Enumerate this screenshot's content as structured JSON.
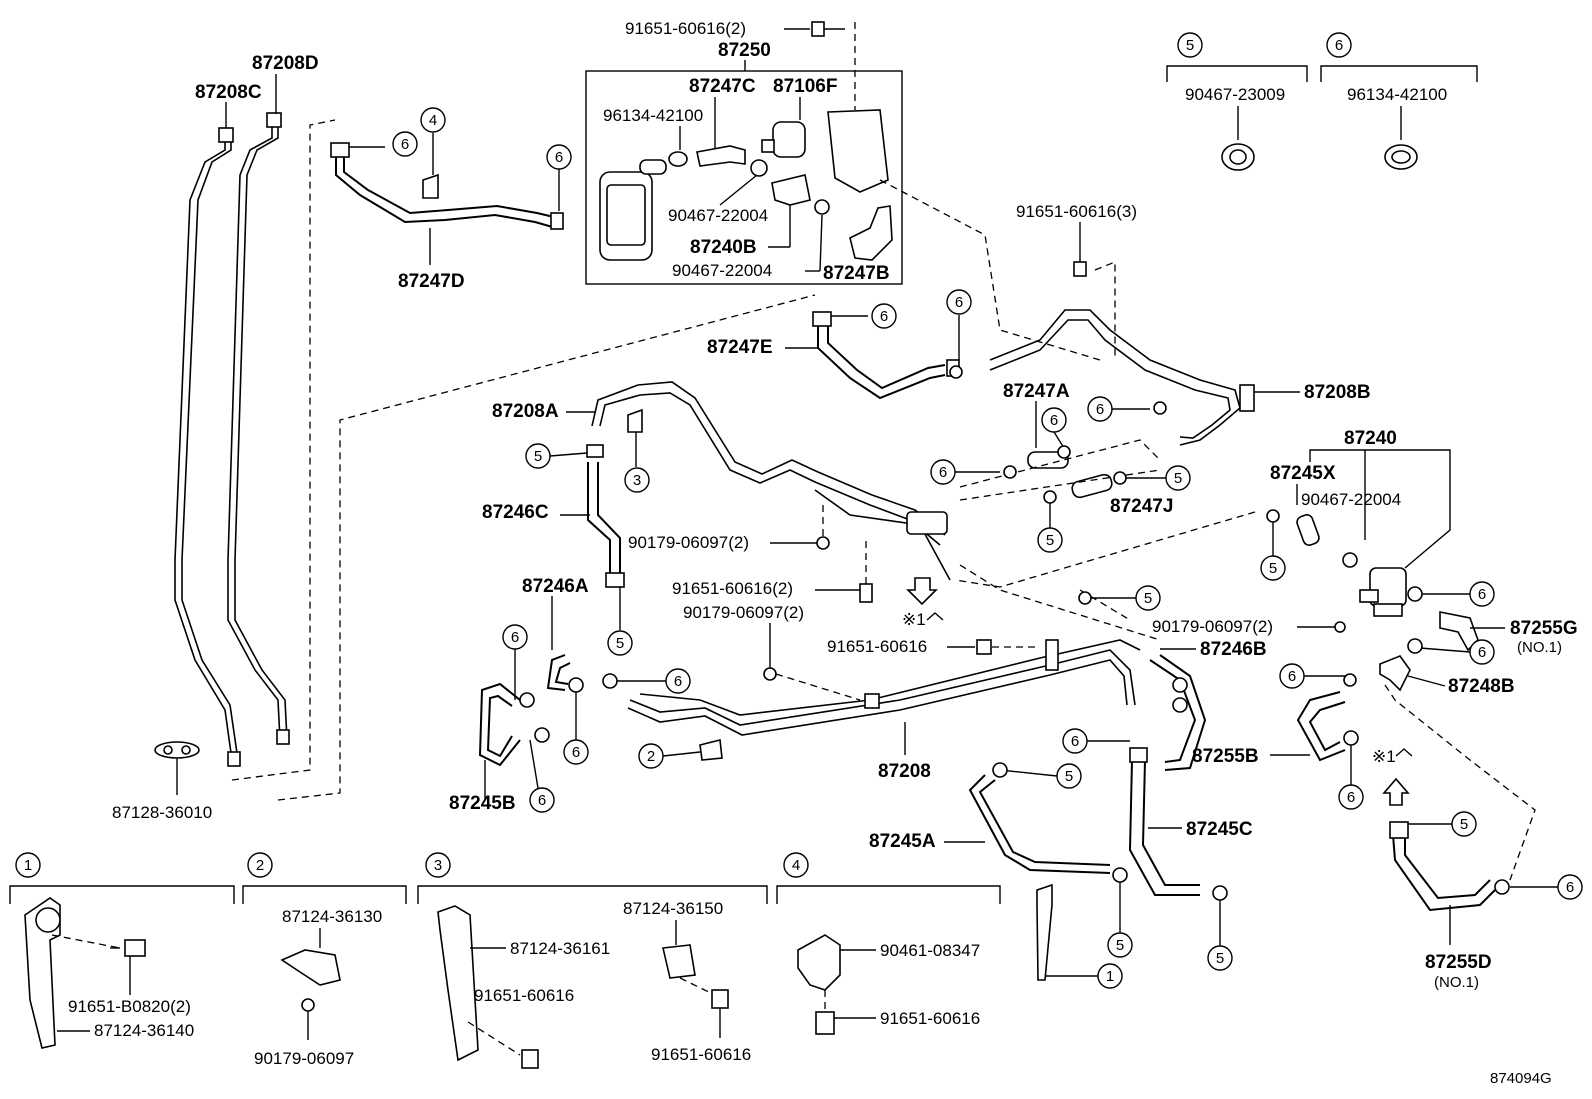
{
  "parts": {
    "p91651_60616_2_top": "91651-60616(2)",
    "p87250": "87250",
    "p87247C": "87247C",
    "p87106F": "87106F",
    "p96134_42100_box": "96134-42100",
    "p90467_22004_a": "90467-22004",
    "p87240B": "87240B",
    "p90467_22004_b": "90467-22004",
    "p87247B": "87247B",
    "p87208D": "87208D",
    "p87208C": "87208C",
    "p87247D": "87247D",
    "p91651_60616_3": "91651-60616(3)",
    "p87247E": "87247E",
    "p87208B": "87208B",
    "p87247A": "87247A",
    "p87208A": "87208A",
    "p87247J": "87247J",
    "p87240": "87240",
    "p87245X": "87245X",
    "p90467_22004_c": "90467-22004",
    "p87246C": "87246C",
    "p90179_06097_2_a": "90179-06097(2)",
    "p91651_60616_2_mid": "91651-60616(2)",
    "p90179_06097_2_b": "90179-06097(2)",
    "p87246A": "87246A",
    "p91651_60616_mid": "91651-60616",
    "p87246B": "87246B",
    "p90179_06097_2_c": "90179-06097(2)",
    "p87255G": "87255G",
    "p87255G_no": "(NO.1)",
    "p87248B": "87248B",
    "p87255B": "87255B",
    "p87208": "87208",
    "p87245B": "87245B",
    "p87128_36010": "87128-36010",
    "p87245A": "87245A",
    "p87245C": "87245C",
    "p87255D": "87255D",
    "p87255D_no": "(NO.1)",
    "ref1_a": "※1",
    "ref1_b": "※1",
    "p90467_23009": "90467-23009",
    "p96134_42100_legend": "96134-42100",
    "d1_91651_B0820_2": "91651-B0820(2)",
    "d1_87124_36140": "87124-36140",
    "d2_87124_36130": "87124-36130",
    "d2_90179_06097": "90179-06097",
    "d3_87124_36161": "87124-36161",
    "d3_87124_36150": "87124-36150",
    "d3_91651_60616_a": "91651-60616",
    "d3_91651_60616_b": "91651-60616",
    "d4_90461_08347": "90461-08347",
    "d4_91651_60616": "91651-60616",
    "diagram_code": "874094G"
  },
  "callouts": {
    "n1": "1",
    "n2": "2",
    "n3": "3",
    "n4": "4",
    "n5": "5",
    "n6": "6"
  }
}
